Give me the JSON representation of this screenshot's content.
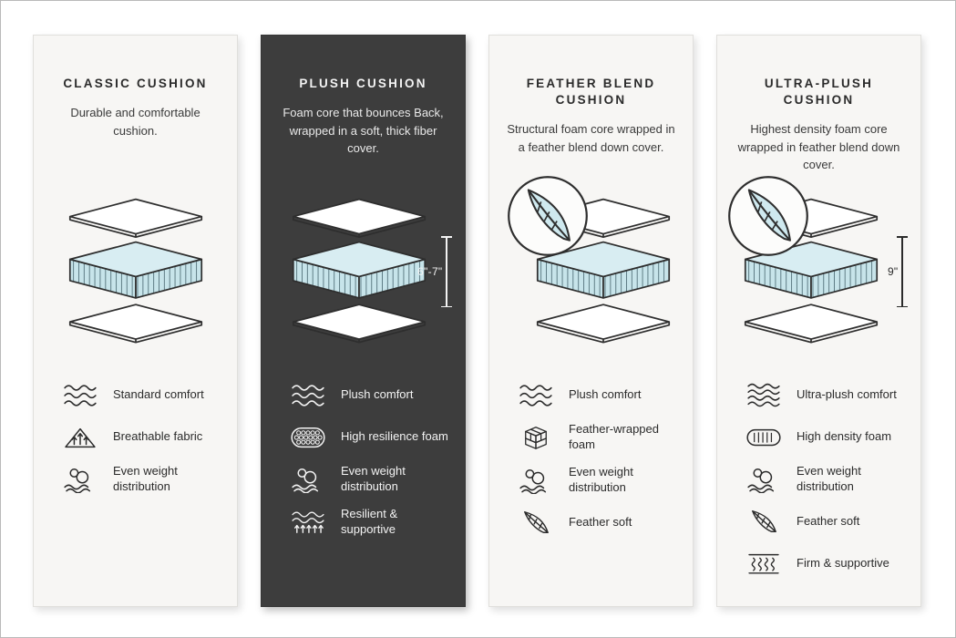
{
  "colors": {
    "card_light_background": "#f7f6f4",
    "card_dark_background": "#3d3d3d",
    "foam_blue_top": "#d8edf2",
    "foam_blue_side": "#c7e4ea",
    "outline": "#2e2e2e"
  },
  "cards": [
    {
      "id": "classic-cushion",
      "theme": "light",
      "title": "CLASSIC CUSHION",
      "description": "Durable and comfortable cushion.",
      "has_feather_badge": false,
      "height_label": "",
      "features": [
        {
          "icon": "waves-icon",
          "label": "Standard comfort"
        },
        {
          "icon": "breathable-icon",
          "label": "Breathable fabric"
        },
        {
          "icon": "weight-icon",
          "label": "Even weight distribution"
        }
      ]
    },
    {
      "id": "plush-cushion",
      "theme": "dark",
      "title": "PLUSH CUSHION",
      "description": "Foam core that bounces Back, wrapped in a soft, thick fiber cover.",
      "has_feather_badge": false,
      "height_label": "6\"-7\"",
      "features": [
        {
          "icon": "waves-icon",
          "label": "Plush comfort"
        },
        {
          "icon": "honeycomb-icon",
          "label": "High resilience foam"
        },
        {
          "icon": "weight-icon",
          "label": "Even weight distribution"
        },
        {
          "icon": "resilient-icon",
          "label": "Resilient & supportive"
        }
      ]
    },
    {
      "id": "feather-blend-cushion",
      "theme": "light",
      "title": "FEATHER BLEND CUSHION",
      "description": "Structural foam core wrapped in a feather blend down cover.",
      "has_feather_badge": true,
      "height_label": "",
      "features": [
        {
          "icon": "waves-icon",
          "label": "Plush comfort"
        },
        {
          "icon": "foam-bricks-icon",
          "label": "Feather-wrapped foam"
        },
        {
          "icon": "weight-icon",
          "label": "Even weight distribution"
        },
        {
          "icon": "feather-icon",
          "label": "Feather soft"
        }
      ]
    },
    {
      "id": "ultra-plush-cushion",
      "theme": "light",
      "title": "ULTRA-PLUSH CUSHION",
      "description": "Highest density foam core wrapped in feather blend down cover.",
      "has_feather_badge": true,
      "height_label": "9\"",
      "features": [
        {
          "icon": "ultra-waves-icon",
          "label": "Ultra-plush comfort"
        },
        {
          "icon": "density-icon",
          "label": "High density foam"
        },
        {
          "icon": "weight-icon",
          "label": "Even weight distribution"
        },
        {
          "icon": "feather-icon",
          "label": "Feather soft"
        },
        {
          "icon": "springs-icon",
          "label": "Firm & supportive"
        }
      ]
    }
  ]
}
